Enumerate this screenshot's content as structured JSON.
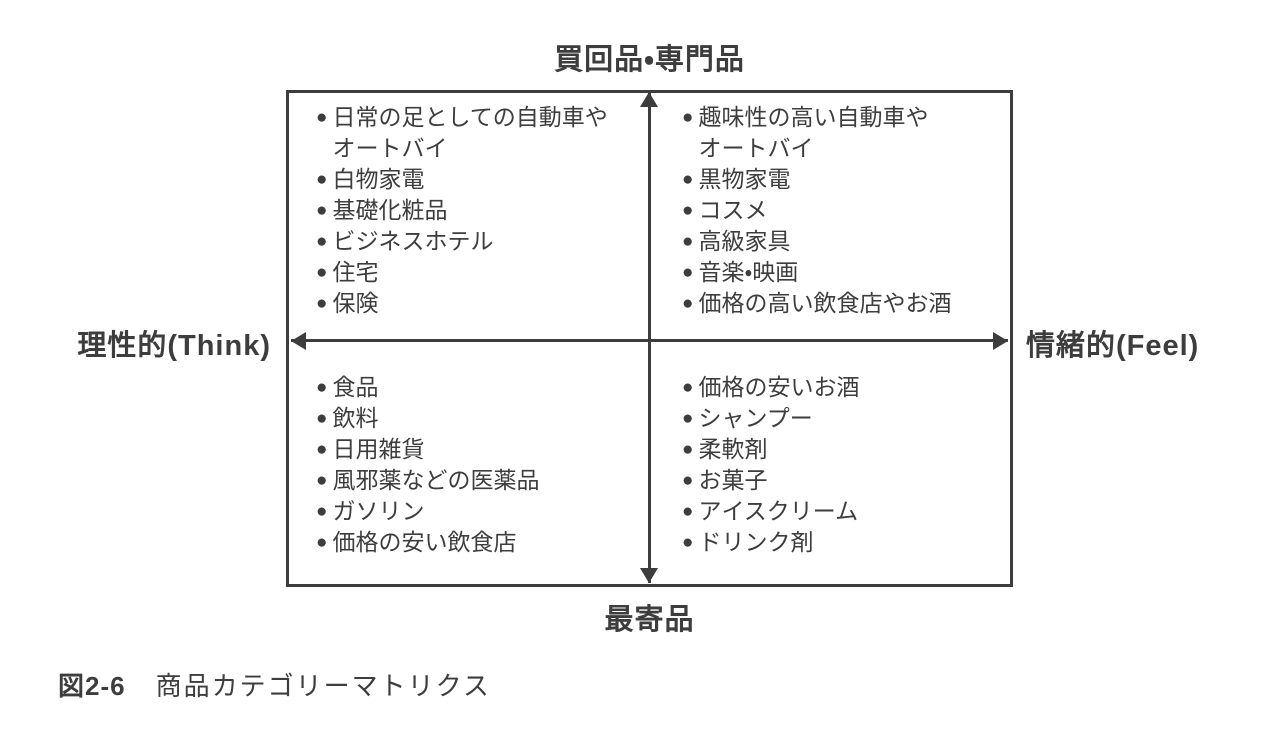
{
  "ui": {
    "bullet": "●"
  },
  "colors": {
    "ink": "#3d3d3d",
    "background": "#ffffff"
  },
  "axes": {
    "top": "買回品・専門品",
    "bottom": "最寄品",
    "left": "理性的(Think)",
    "right": "情緒的(Feel)"
  },
  "quadrants": {
    "top_left": {
      "items": [
        "日常の足としての自動車や\nオートバイ",
        "白物家電",
        "基礎化粧品",
        "ビジネスホテル",
        "住宅",
        "保険"
      ]
    },
    "top_right": {
      "items": [
        "趣味性の高い自動車や\nオートバイ",
        "黒物家電",
        "コスメ",
        "高級家具",
        "音楽・映画",
        "価格の高い飲食店やお酒"
      ]
    },
    "bottom_left": {
      "items": [
        "食品",
        "飲料",
        "日用雑貨",
        "風邪薬などの医薬品",
        "ガソリン",
        "価格の安い飲食店"
      ]
    },
    "bottom_right": {
      "items": [
        "価格の安いお酒",
        "シャンプー",
        "柔軟剤",
        "お菓子",
        "アイスクリーム",
        "ドリンク剤"
      ]
    }
  },
  "caption": {
    "label": "図2-6",
    "text": "商品カテゴリーマトリクス"
  }
}
